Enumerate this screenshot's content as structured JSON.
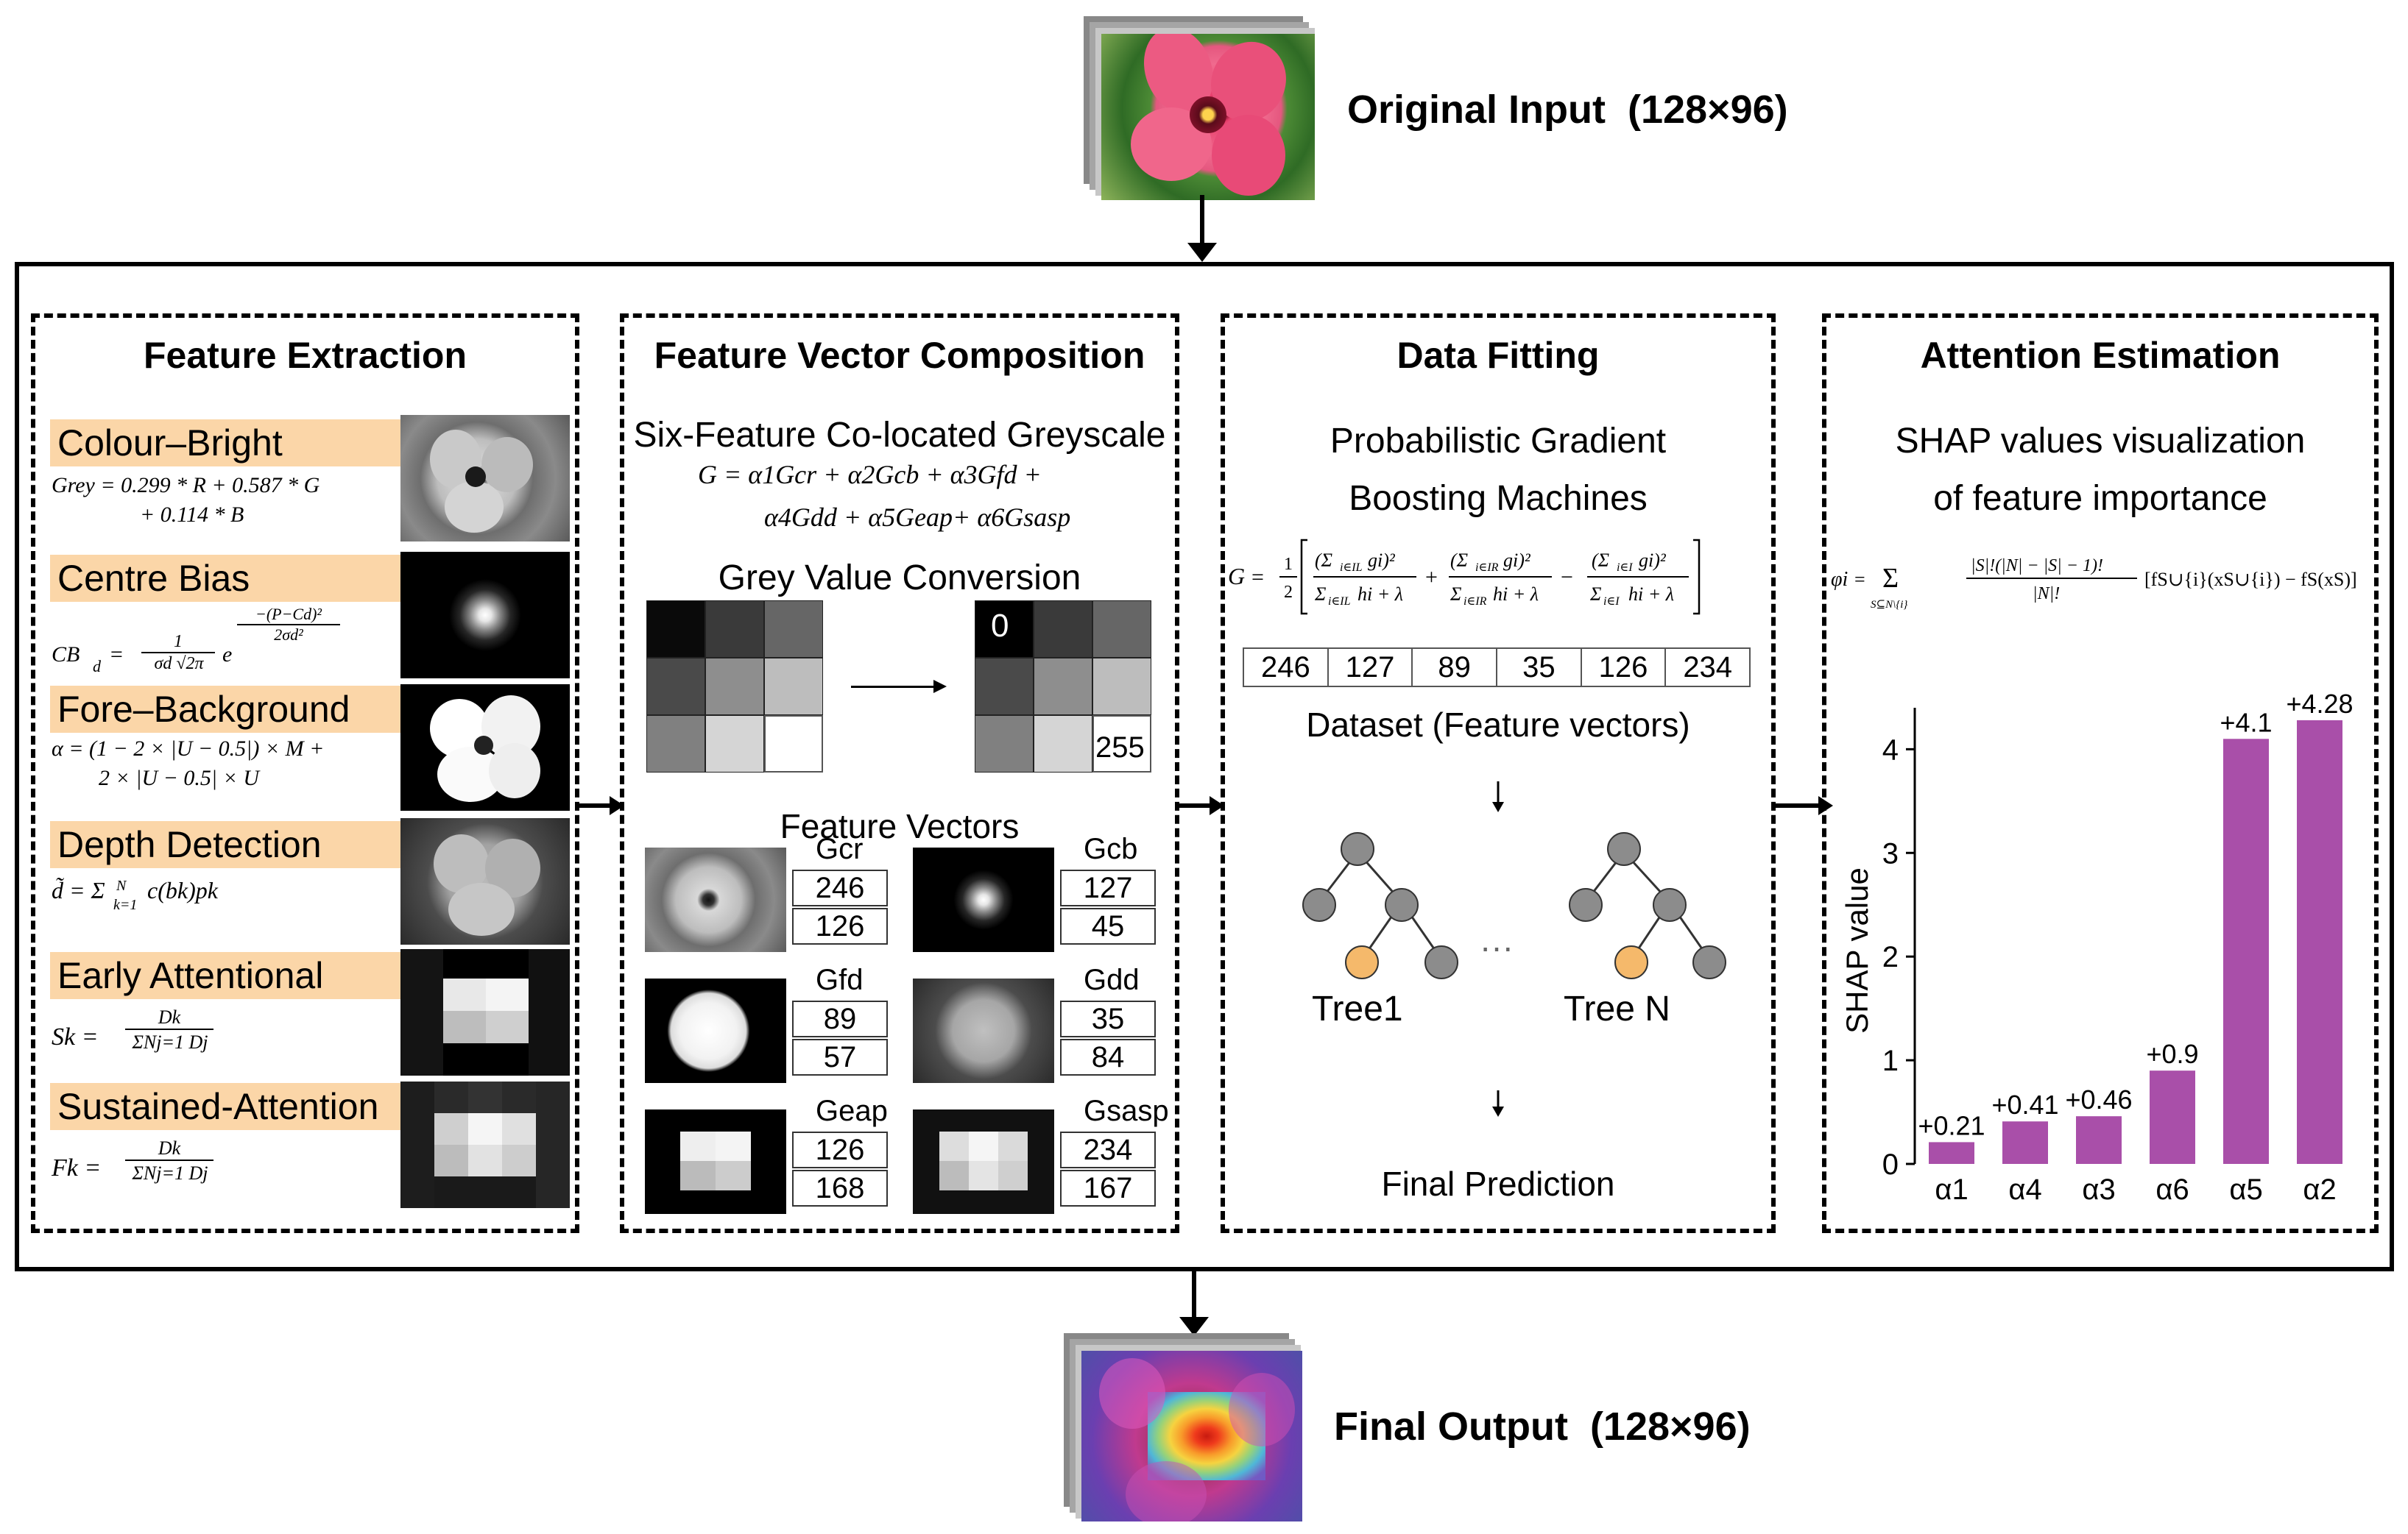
{
  "header": {
    "input_label": "Original Input  (128×96)",
    "output_label": "Final Output  (128×96)"
  },
  "panels": {
    "extraction": {
      "title": "Feature Extraction",
      "features": [
        {
          "name": "Colour–Bright",
          "formula_1": "Grey = 0.299 * R + 0.587 * G",
          "formula_2": "+ 0.114 * B"
        },
        {
          "name": "Centre Bias",
          "formula_1": "CB",
          "formula_sub": "d",
          "formula_2": "=",
          "formula_frac_num": "1",
          "formula_frac_den": "σd √2π",
          "formula_exp_num": "−(P−Cd)²",
          "formula_exp_den": "2σd²",
          "formula_e": "e"
        },
        {
          "name": "Fore–Background",
          "formula_1": "α = (1 − 2 × |U − 0.5|) × M +",
          "formula_2": "2 × |U − 0.5| × U"
        },
        {
          "name": "Depth Detection",
          "formula_1": "d̃ = Σ",
          "formula_2": "N",
          "formula_3": "k=1",
          "formula_4": "c(bk)pk"
        },
        {
          "name": "Early Attentional",
          "formula_1": "Sk =",
          "formula_num": "Dk",
          "formula_den": "ΣNj=1 Dj"
        },
        {
          "name": "Sustained-Attention",
          "formula_1": "Fk =",
          "formula_num": "Dk",
          "formula_den": "ΣNj=1 Dj"
        }
      ]
    },
    "composition": {
      "title": "Feature Vector Composition",
      "subtitle": "Six-Feature Co-located Greyscale",
      "formula_1": "G = α1Gcr + α2Gcb + α3Gfd +",
      "formula_2": "α4Gdd + α5Geap+ α6Gsasp",
      "grey_title": "Grey Value Conversion",
      "grey_min": "0",
      "grey_max": "255",
      "vectors_title": "Feature Vectors",
      "vectors": [
        {
          "name": "Gcr",
          "v1": "246",
          "v2": "126"
        },
        {
          "name": "Gcb",
          "v1": "127",
          "v2": "45"
        },
        {
          "name": "Gfd",
          "v1": "89",
          "v2": "57"
        },
        {
          "name": "Gdd",
          "v1": "35",
          "v2": "84"
        },
        {
          "name": "Geap",
          "v1": "126",
          "v2": "168"
        },
        {
          "name": "Gsasp",
          "v1": "234",
          "v2": "167"
        }
      ]
    },
    "fitting": {
      "title": "Data Fitting",
      "subtitle_1": "Probabilistic Gradient",
      "subtitle_2": "Boosting Machines",
      "dataset": [
        "246",
        "127",
        "89",
        "35",
        "126",
        "234"
      ],
      "dataset_label": "Dataset (Feature vectors)",
      "tree1": "Tree1",
      "treeN": "Tree N",
      "dots": "···",
      "final": "Final Prediction"
    },
    "attention": {
      "title": "Attention Estimation",
      "subtitle_1": "SHAP values visualization",
      "subtitle_2": "of feature importance"
    }
  },
  "colors": {
    "label_bg": "#fbd6a8",
    "bar": "#a94fa9",
    "node_grey": "#8c8c8c",
    "node_orange": "#f5b96b"
  },
  "chart_data": {
    "type": "bar",
    "categories": [
      "α1",
      "α4",
      "α3",
      "α6",
      "α5",
      "α2"
    ],
    "values": [
      0.21,
      0.41,
      0.46,
      0.9,
      4.1,
      4.28
    ],
    "labels": [
      "+0.21",
      "+0.41",
      "+0.46",
      "+0.9",
      "+4.1",
      "+4.28"
    ],
    "ylabel": "SHAP value",
    "yticks": [
      "0",
      "1",
      "2",
      "3",
      "4"
    ],
    "ylim": [
      0,
      4.4
    ]
  }
}
